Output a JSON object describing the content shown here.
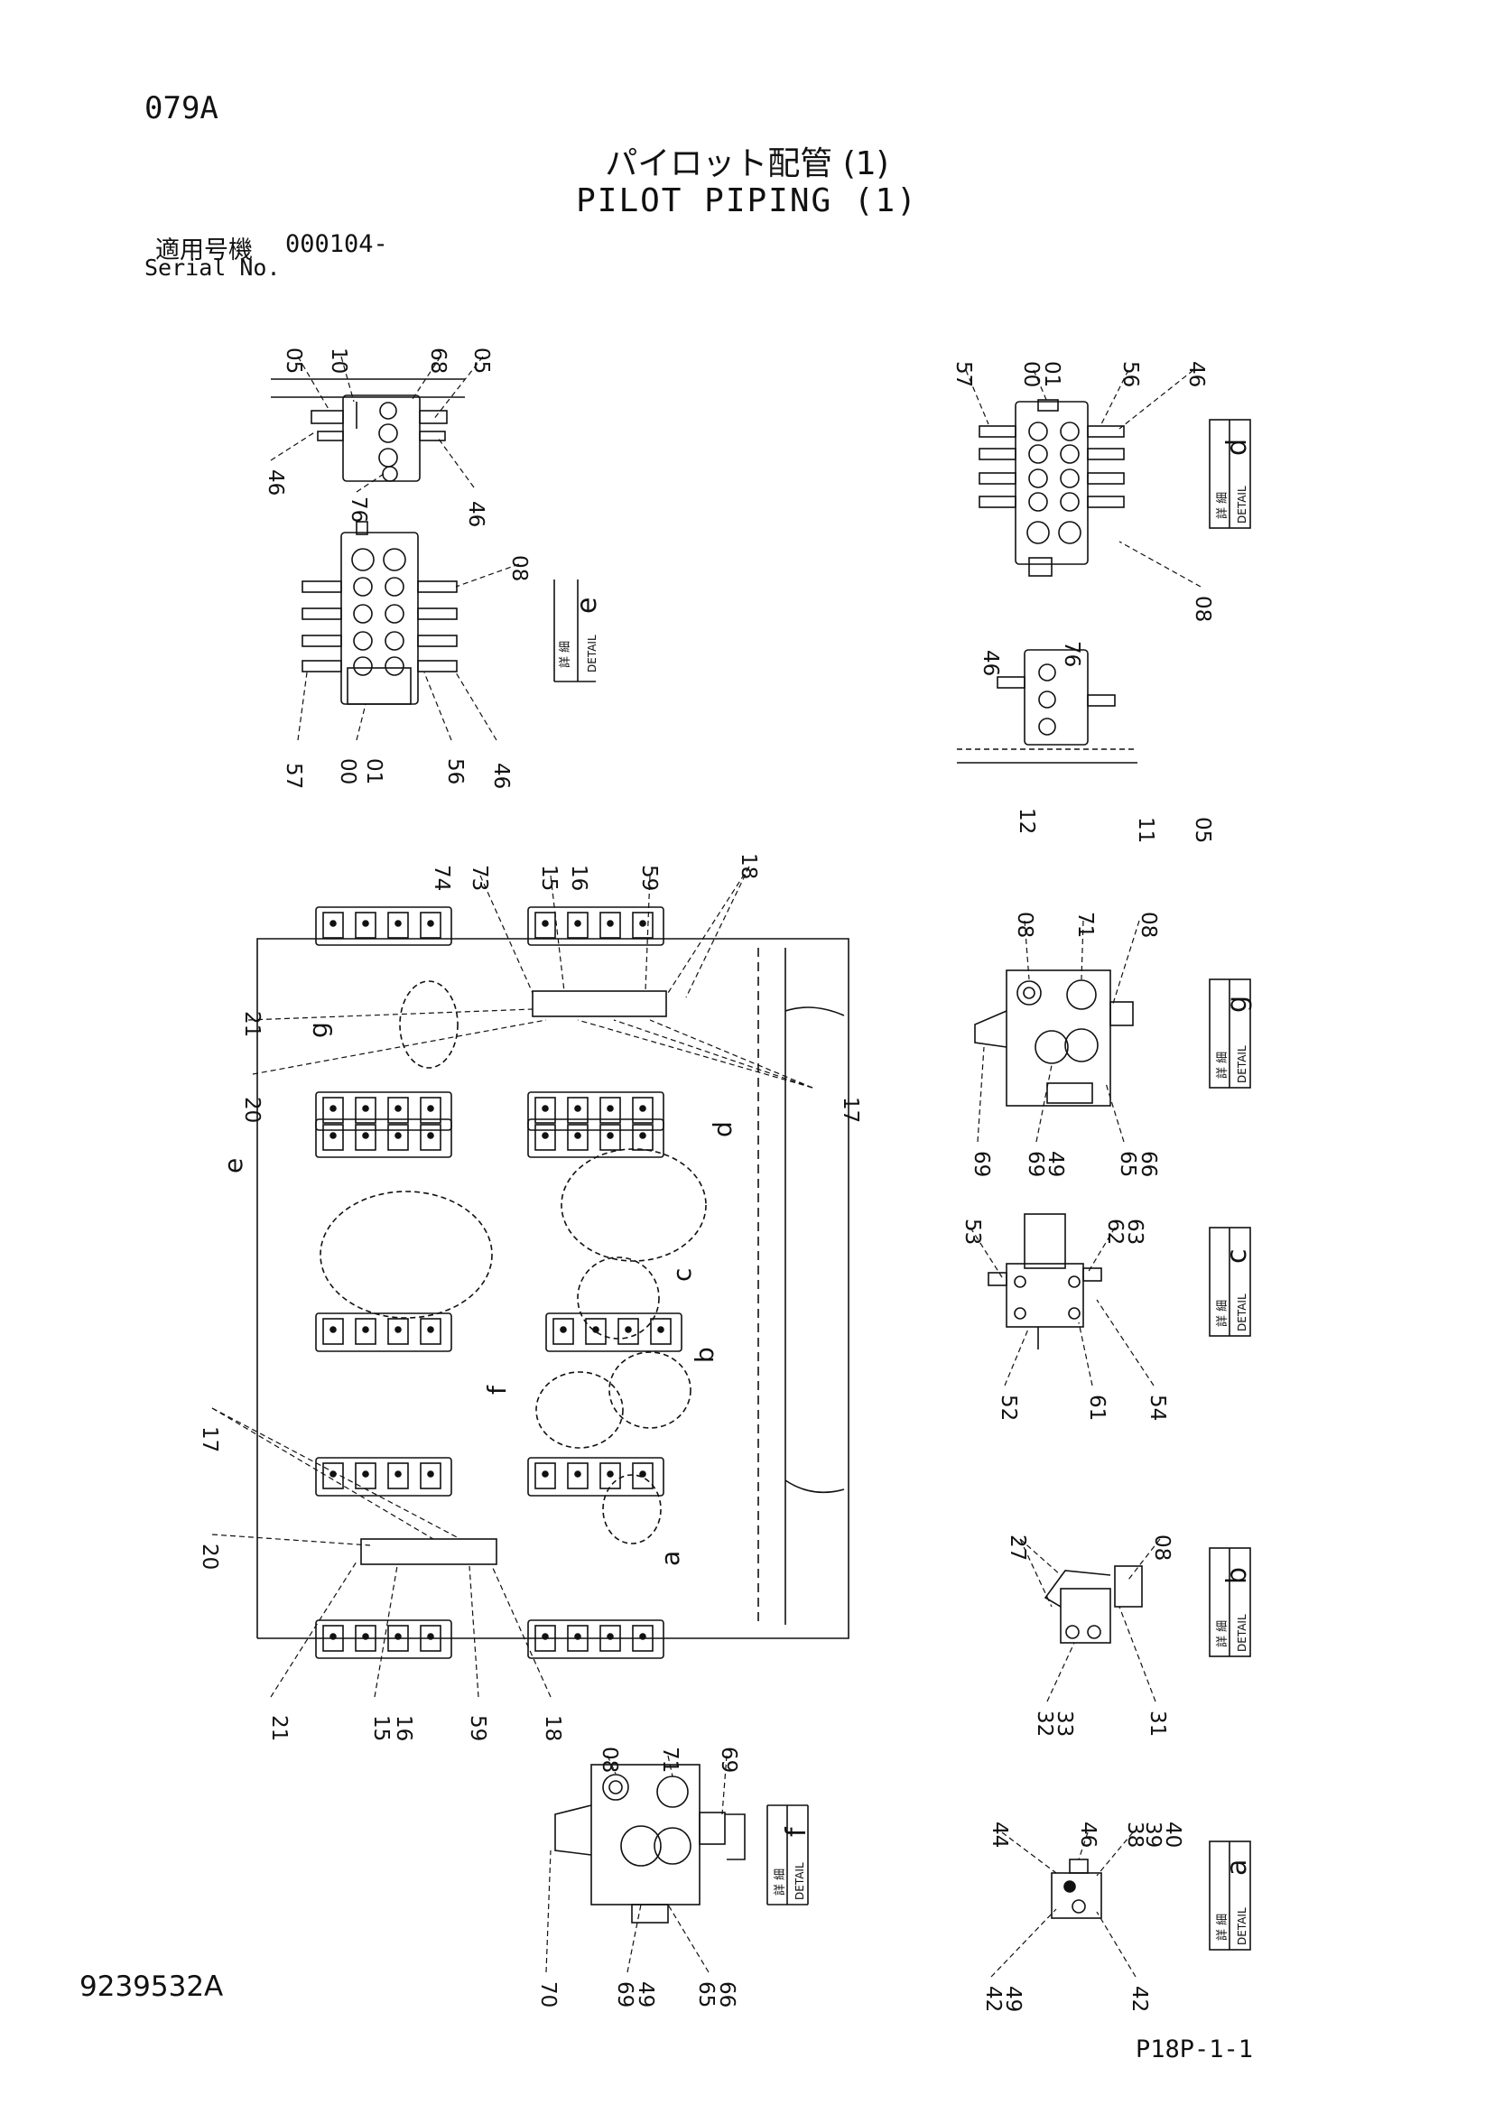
{
  "header": {
    "page_code": "079A",
    "title_jp": "パイロット配管 (1)",
    "title_en": "PILOT PIPING (1)",
    "serial_label_jp": "適用号機",
    "serial_value": "000104-",
    "serial_label_en": "Serial No."
  },
  "footer": {
    "doc_number": "9239532A",
    "page_ref": "P18P-1-1"
  },
  "details": {
    "e": {
      "jp": "詳 細",
      "en": "DETAIL",
      "letter": "e"
    },
    "d": {
      "jp": "詳 細",
      "en": "DETAIL",
      "letter": "d"
    },
    "g": {
      "jp": "詳 細",
      "en": "DETAIL",
      "letter": "g"
    },
    "c": {
      "jp": "詳 細",
      "en": "DETAIL",
      "letter": "c"
    },
    "b": {
      "jp": "詳 細",
      "en": "DETAIL",
      "letter": "b"
    },
    "f": {
      "jp": "詳 細",
      "en": "DETAIL",
      "letter": "f"
    },
    "a": {
      "jp": "詳 細",
      "en": "DETAIL",
      "letter": "a"
    }
  },
  "circle_labels": [
    "e",
    "d",
    "g",
    "c",
    "b",
    "f",
    "a"
  ],
  "callouts": {
    "topleft": [
      "05",
      "10",
      "68",
      "05",
      "46",
      "76",
      "46"
    ],
    "e_view": [
      "08",
      "57",
      "00",
      "01",
      "56",
      "46"
    ],
    "d_view": [
      "57",
      "00",
      "01",
      "56",
      "46",
      "08"
    ],
    "side_view": [
      "46",
      "76",
      "12",
      "11",
      "05"
    ],
    "main_top": [
      "74",
      "73",
      "15",
      "16",
      "59",
      "18",
      "21",
      "20",
      "17"
    ],
    "main_bottom": [
      "17",
      "20",
      "21",
      "15",
      "16",
      "59",
      "18"
    ],
    "g_view": [
      "08",
      "71",
      "08",
      "69",
      "69",
      "49",
      "65",
      "66"
    ],
    "c_view": [
      "53",
      "62",
      "63",
      "52",
      "61",
      "54"
    ],
    "b_view": [
      "27",
      "08",
      "32",
      "33",
      "31"
    ],
    "f_view": [
      "08",
      "71",
      "69",
      "70",
      "69",
      "49",
      "65",
      "66"
    ],
    "a_view": [
      "44",
      "46",
      "38",
      "39",
      "40",
      "42",
      "49",
      "42"
    ]
  }
}
